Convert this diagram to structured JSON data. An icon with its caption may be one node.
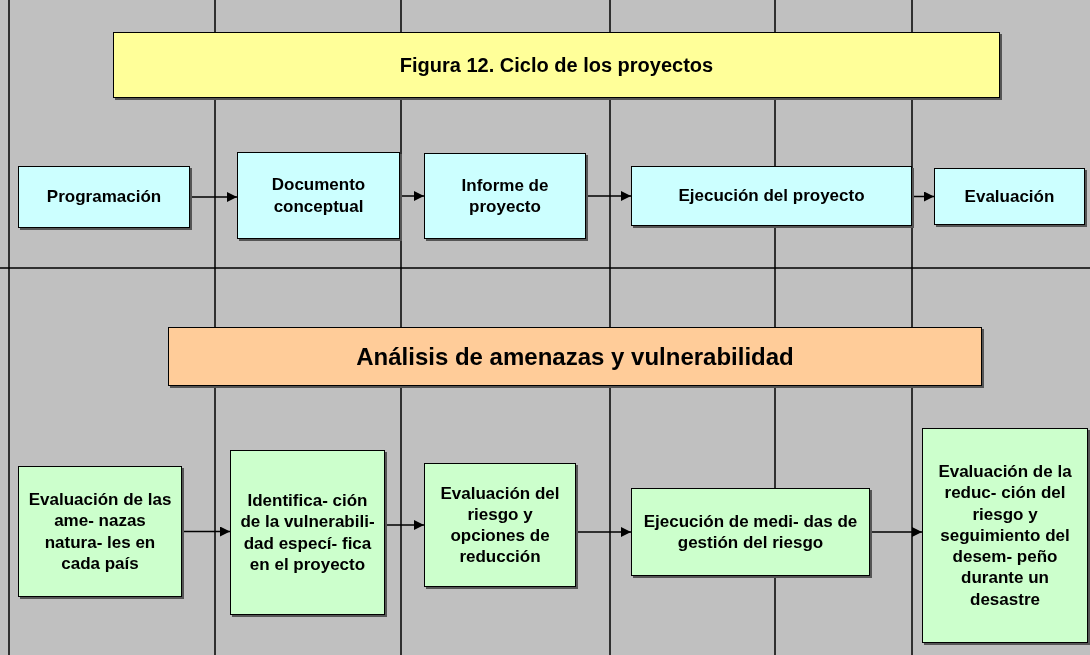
{
  "diagram": {
    "nodes": [
      {
        "text": [
          "Figura 12. Ciclo de los proyectos"
        ]
      },
      {
        "text": [
          "Programación"
        ]
      },
      {
        "text": [
          "Documento conceptual"
        ]
      },
      {
        "text": [
          "Informe de proyecto"
        ]
      },
      {
        "text": [
          "Ejecución del proyecto"
        ]
      },
      {
        "text": [
          "Evaluación"
        ]
      },
      {
        "text": [
          "Análisis de amenazas y vulnerabilidad"
        ]
      },
      {
        "text": [
          "Evaluación de las ame- nazas natura- les en cada país"
        ]
      },
      {
        "text": [
          "Identifica- ción de la vulnerabili- dad especí- fica en el proyecto"
        ]
      },
      {
        "text": [
          "Evaluación del riesgo y opciones de reducción"
        ]
      },
      {
        "text": [
          "Ejecución de medi- das de gestión del riesgo"
        ]
      },
      {
        "text": [
          "Evaluación de la reduc- ción del riesgo y seguimiento del desem- peño durante un desastre"
        ]
      }
    ],
    "edges": [
      {
        "from": 1,
        "to": 2,
        "arrow": "to"
      },
      {
        "from": 2,
        "to": 3,
        "arrow": "to"
      },
      {
        "from": 3,
        "to": 4,
        "arrow": "to"
      },
      {
        "from": 4,
        "to": 5,
        "arrow": "to"
      },
      {
        "from": 7,
        "to": 8,
        "arrow": "to"
      },
      {
        "from": 8,
        "to": 9,
        "arrow": "to"
      },
      {
        "from": 9,
        "to": 10,
        "arrow": "to"
      },
      {
        "from": 10,
        "to": 11,
        "arrow": "to"
      }
    ]
  }
}
